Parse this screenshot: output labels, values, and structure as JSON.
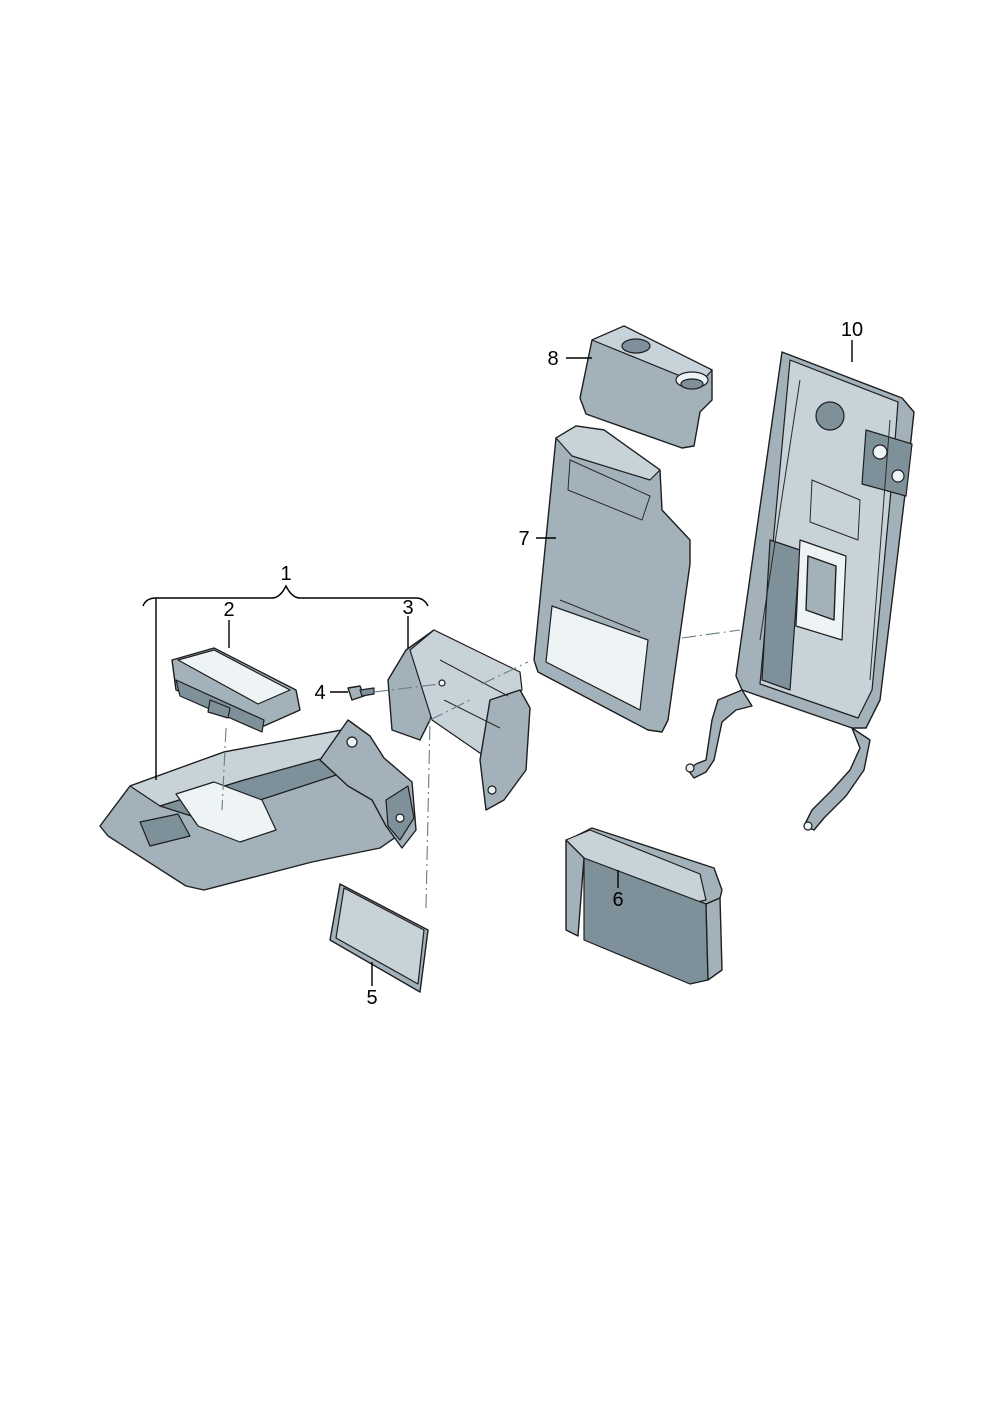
{
  "diagram": {
    "callouts": [
      {
        "id": "1",
        "text": "1"
      },
      {
        "id": "2",
        "text": "2"
      },
      {
        "id": "3",
        "text": "3"
      },
      {
        "id": "4",
        "text": "4"
      },
      {
        "id": "5",
        "text": "5"
      },
      {
        "id": "6",
        "text": "6"
      },
      {
        "id": "7",
        "text": "7"
      },
      {
        "id": "8",
        "text": "8"
      },
      {
        "id": "10",
        "text": "10"
      }
    ],
    "colors": {
      "part_fill": "#a3b2ba",
      "part_highlight": "#c7d3d9",
      "part_shadow": "#7e909a",
      "outline": "#1e1e1e",
      "background": "#ffffff"
    }
  }
}
